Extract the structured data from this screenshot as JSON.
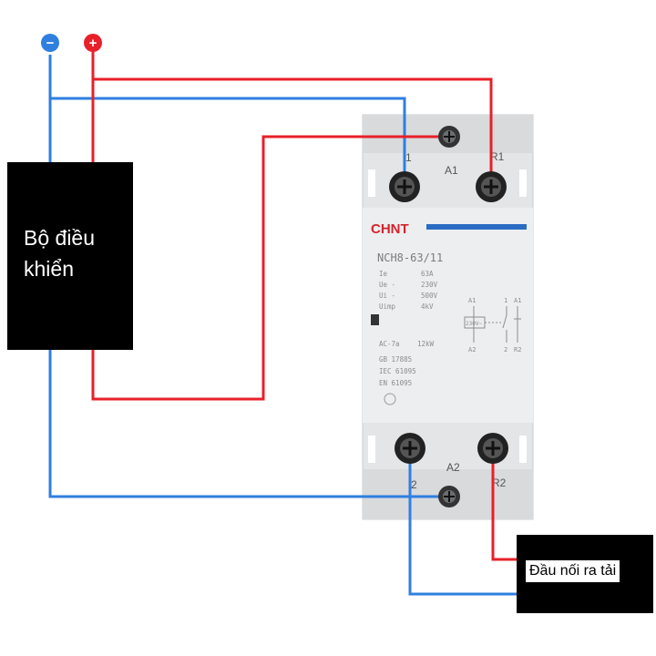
{
  "polarity": {
    "negative": "−",
    "positive": "+"
  },
  "controller": {
    "label": "Bộ điều khiển"
  },
  "load": {
    "label": "Đầu nối ra tải"
  },
  "contactor": {
    "brand": "CHNT",
    "model": "NCH8-63/11",
    "specs": [
      {
        "key": "Ie",
        "val": "63A"
      },
      {
        "key": "Ue -",
        "val": "230V"
      },
      {
        "key": "Ui -",
        "val": "500V"
      },
      {
        "key": "Uimp",
        "val": "4kV"
      }
    ],
    "category": "AC-7a",
    "power": "12kW",
    "standards": [
      "GB 17885",
      "IEC 61095",
      "EN 61095"
    ],
    "coil_voltage": "230V~",
    "schematic": {
      "a1": "A1",
      "a2": "A2",
      "t1": "1",
      "t2": "2",
      "r1_top": "A1",
      "r1_bottom": "R2"
    },
    "terminals": {
      "top_left": "1",
      "top_coil": "A1",
      "top_right": "R1",
      "bottom_left": "2",
      "bottom_coil": "A2",
      "bottom_right": "R2"
    }
  },
  "colors": {
    "negative_wire": "#2f7fe0",
    "positive_wire": "#e8202a",
    "housing": "#e2e4e6",
    "brand_red": "#d3242c",
    "brand_blue": "#2a6cc4"
  }
}
